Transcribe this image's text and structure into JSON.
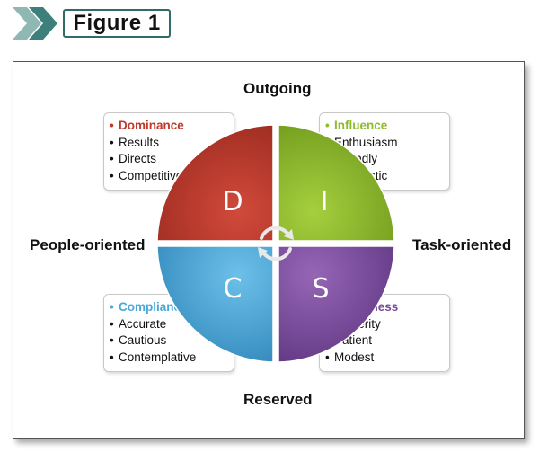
{
  "header": {
    "figure_label": "Figure 1"
  },
  "axes": {
    "top": "Outgoing",
    "bottom": "Reserved",
    "left": "People-oriented",
    "right": "Task-oriented"
  },
  "quadrants": [
    {
      "key": "D",
      "letter": "D",
      "color": "#c0392b"
    },
    {
      "key": "I",
      "letter": "I",
      "color": "#8fbc2c"
    },
    {
      "key": "C",
      "letter": "C",
      "color": "#4aa8d8"
    },
    {
      "key": "S",
      "letter": "S",
      "color": "#7a4b9a"
    }
  ],
  "callouts": {
    "dominance": {
      "title": "Dominance",
      "color": "#c0392b",
      "items": [
        "Results",
        "Directs",
        "Competitive"
      ]
    },
    "influence": {
      "title": "Influence",
      "color": "#8fbc2c",
      "items": [
        "Enthusiasm",
        "Friendly",
        "Optimistic"
      ]
    },
    "compliance": {
      "title": "Compliance",
      "color": "#4aa8d8",
      "items": [
        "Accurate",
        "Cautious",
        "Contemplative"
      ]
    },
    "steadiness": {
      "title": "Steadiness",
      "color": "#7a4b9a",
      "items": [
        "Sincerity",
        "Patient",
        "Modest"
      ]
    }
  },
  "colors": {
    "header_chevron": "#3d7f7a",
    "header_border": "#2f6b67"
  },
  "icons": {
    "bullet": "bullet-icon",
    "cycle": "circular-arrows-icon"
  }
}
